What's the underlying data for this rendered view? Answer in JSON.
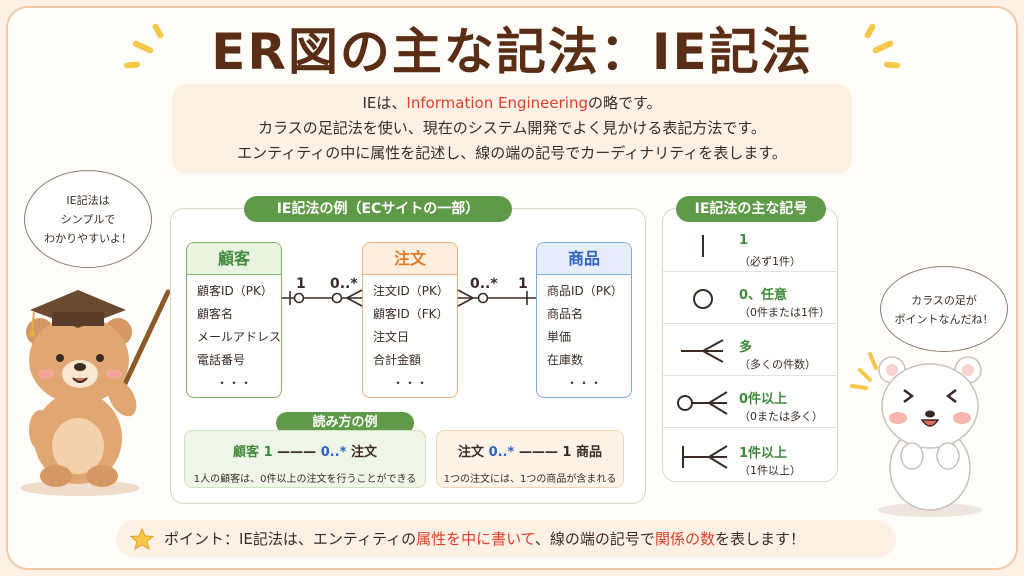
{
  "title": "ER図の主な記法：IE記法",
  "intro": {
    "line1_pre": "IEは、",
    "line1_red": "Information Engineering",
    "line1_post": "の略です。",
    "line2": "カラスの足記法を使い、現在のシステム開発でよく見かける表記方法です。",
    "line3": "エンティティの中に属性を記述し、線の端の記号でカーディナリティを表します。"
  },
  "example": {
    "label": "IE記法の例（ECサイトの一部）",
    "entities": [
      {
        "name": "顧客",
        "attrs": [
          "顧客ID（PK）",
          "顧客名",
          "メールアドレス",
          "電話番号",
          "・・・"
        ]
      },
      {
        "name": "注文",
        "attrs": [
          "注文ID（PK）",
          "顧客ID（FK）",
          "注文日",
          "合計金額",
          "・・・"
        ]
      },
      {
        "name": "商品",
        "attrs": [
          "商品ID（PK）",
          "商品名",
          "単価",
          "在庫数",
          "・・・"
        ]
      }
    ],
    "card_left_one": "1",
    "card_left_many": "0..*",
    "card_right_many": "0..*",
    "card_right_one": "1"
  },
  "reading": {
    "label": "読み方の例",
    "left": {
      "from": "顧客",
      "one": "1",
      "line": "———",
      "many": "0..*",
      "to": "注文",
      "desc": "1人の顧客は、0件以上の注文を行うことができる"
    },
    "right": {
      "from": "注文",
      "many": "0..*",
      "line": "———",
      "one": "1",
      "to": "商品",
      "desc": "1つの注文には、1つの商品が含まれる"
    }
  },
  "symbols": {
    "label": "IE記法の主な記号",
    "items": [
      {
        "icon": "one-bar-icon",
        "title": "1",
        "sub": "（必ず1件）"
      },
      {
        "icon": "circle-icon",
        "title": "0、任意",
        "sub": "（0件または1件）"
      },
      {
        "icon": "crows-foot-icon",
        "title": "多",
        "sub": "（多くの件数）"
      },
      {
        "icon": "circle-crows-foot-icon",
        "title": "0件以上",
        "sub": "（0または多く）"
      },
      {
        "icon": "bar-crows-foot-icon",
        "title": "1件以上",
        "sub": "（1件以上）"
      }
    ]
  },
  "bubble_left": {
    "l1": "IE記法は",
    "l2": "シンプルで",
    "l3": "わかりやすいよ！"
  },
  "bubble_right": {
    "l1": "カラスの足が",
    "l2": "ポイントなんだね！"
  },
  "point": {
    "pre": "ポイント：IE記法は、エンティティの",
    "red1": "属性を中に書いて",
    "mid": "、線の端の記号で",
    "red2": "関係の数",
    "post": "を表します！"
  },
  "colors": {
    "accent_green": "#5f9a48",
    "accent_red": "#e2402c",
    "title_brown": "#5a2e14"
  }
}
